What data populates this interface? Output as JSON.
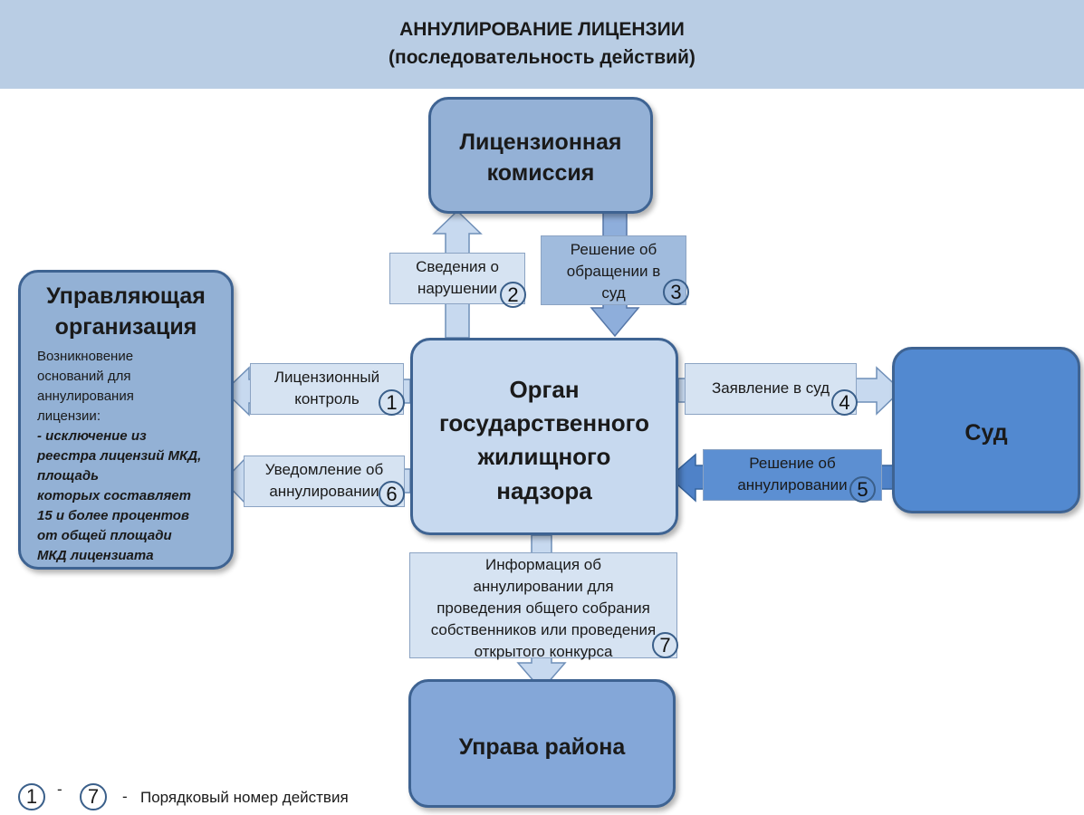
{
  "header": {
    "title": "АННУЛИРОВАНИЕ ЛИЦЕНЗИИ",
    "subtitle": "(последовательность действий)"
  },
  "nodes": {
    "license_commission": [
      "Лицензионная",
      "комиссия"
    ],
    "management_org": {
      "title": [
        "Управляющая",
        "организация"
      ],
      "desc_lines": [
        "Возникновение",
        "оснований для",
        "аннулирования",
        "лицензии:"
      ],
      "desc_bold_lines": [
        "- исключение из",
        "реестра лицензий МКД,",
        "площадь",
        "которых  составляет",
        "15 и более процентов",
        "от общей площади",
        "МКД лицензиата"
      ]
    },
    "housing_supervision": [
      "Орган",
      "государственного",
      "жилищного",
      "надзора"
    ],
    "court": "Суд",
    "district_council": "Управа района"
  },
  "actions": {
    "a1": {
      "lines": [
        "Лицензионный",
        "контроль"
      ],
      "number": "1"
    },
    "a2": {
      "lines": [
        "Сведения о",
        "нарушении"
      ],
      "number": "2"
    },
    "a3": {
      "lines": [
        "Решение об",
        "обращении в",
        "суд"
      ],
      "number": "3"
    },
    "a4": {
      "lines": [
        "Заявление в суд"
      ],
      "number": "4"
    },
    "a5": {
      "lines": [
        "Решение об",
        "аннулировании"
      ],
      "number": "5"
    },
    "a6": {
      "lines": [
        "Уведомление об",
        "аннулировании"
      ],
      "number": "6"
    },
    "a7": {
      "lines": [
        "Информация об",
        "аннулировании для",
        "проведения общего собрания",
        "собственников или проведения",
        "открытого конкурса"
      ],
      "number": "7"
    }
  },
  "legend": {
    "from": "1",
    "to": "7",
    "dash1": "-",
    "dash2": "-",
    "text": "Порядковый номер действия"
  },
  "colors": {
    "header_bg": "#b9cde4",
    "node_border": "#3e6392",
    "light_arrow": "#c7d9ef",
    "dark_arrow": "#5c8fd2"
  }
}
